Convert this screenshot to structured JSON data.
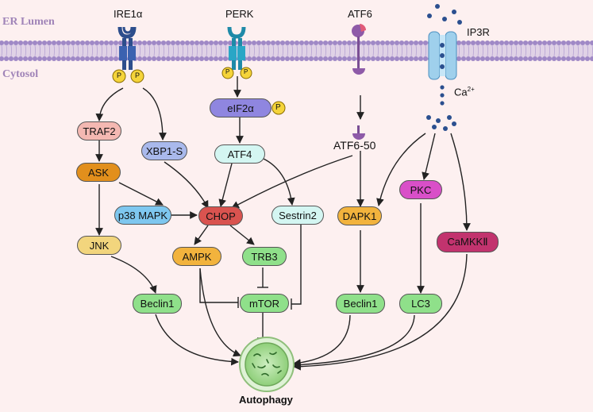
{
  "regions": {
    "er_lumen": "ER Lumen",
    "cytosol": "Cytosol"
  },
  "receptors": {
    "ire1a": "IRE1α",
    "perk": "PERK",
    "atf6": "ATF6",
    "ip3r": "IP3R",
    "atf6_50": "ATF6-50"
  },
  "phospho": "P",
  "calcium": {
    "base": "Ca",
    "sup": "2+"
  },
  "nodes": {
    "traf2": "TRAF2",
    "xbp1s": "XBP1-S",
    "eif2a": "eIF2α",
    "atf4": "ATF4",
    "ask": "ASK",
    "p38": "p38 MAPK",
    "chop": "CHOP",
    "sestrin2": "Sestrin2",
    "dapk1": "DAPK1",
    "pkc": "PKC",
    "jnk": "JNK",
    "ampk": "AMPK",
    "trb3": "TRB3",
    "camkk": "CaMKKⅡ",
    "beclin1_left": "Beclin1",
    "mtor": "mTOR",
    "beclin1_right": "Beclin1",
    "lc3": "LC3"
  },
  "outcome": "Autophagy",
  "colors": {
    "membrane": "#c3b3da",
    "lipid_head": "#9f88c6",
    "green_node": "#8fe08a",
    "teal_node": "#d4f6f2",
    "red_node": "#d9534f",
    "orange_node": "#f2b33d",
    "pink_node": "#f4b8b2",
    "blue_node": "#a9b9ec",
    "magenta_node": "#d94fc8",
    "camkk_node": "#c2336e",
    "sky_node": "#7ec7ef",
    "yellow_node": "#f2d57d",
    "purple_node": "#8f86e0"
  }
}
